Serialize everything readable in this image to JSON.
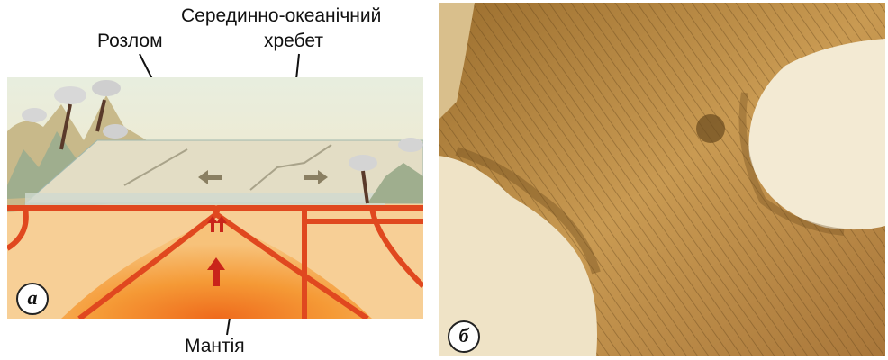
{
  "panel_a": {
    "badge": "а",
    "labels": {
      "fault": "Розлом",
      "ridge_line1": "Серединно-океанічний",
      "ridge_line2": "хребет",
      "mantle": "Мантія"
    }
  },
  "panel_b": {
    "badge": "б"
  },
  "colors": {
    "sky": "#e9efe2",
    "ocean_surface": "#ddd9c3",
    "crust": "#f6c98a",
    "mantle_core": "#f08a2a",
    "plate_lines": "#e04a22",
    "seafloor_relief": "#b88a45",
    "continent_relief": "#f4ecd8"
  },
  "icons": [
    "volcano-icon",
    "arrow-up-icon",
    "arrow-right-icon"
  ]
}
